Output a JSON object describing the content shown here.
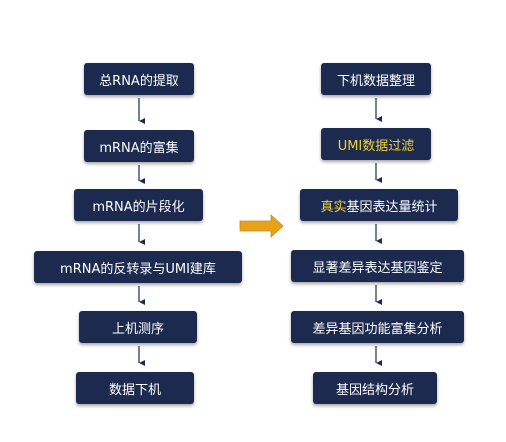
{
  "left_steps": [
    "总RNA的提取",
    "mRNA的富集",
    "mRNA的片段化",
    "mRNA的反转录与UMI建库",
    "上机测序",
    "数据下机"
  ],
  "right_steps": [
    {
      "text": "下机数据整理"
    },
    {
      "text": "UMI数据过滤",
      "highlight": "UMI数据过滤"
    },
    {
      "text": "真实基因表达量统计",
      "highlight": "真实"
    },
    {
      "text": "显著差异表达基因鉴定"
    },
    {
      "text": "差异基因功能富集分析"
    },
    {
      "text": "基因结构分析"
    }
  ],
  "colors": {
    "box_fill": "#1c2a4f",
    "box_text": "#ffffff",
    "highlight_text": "#f1d03d",
    "arrow": "#1c2a4f",
    "connector_arrow": "#e8a21a"
  }
}
